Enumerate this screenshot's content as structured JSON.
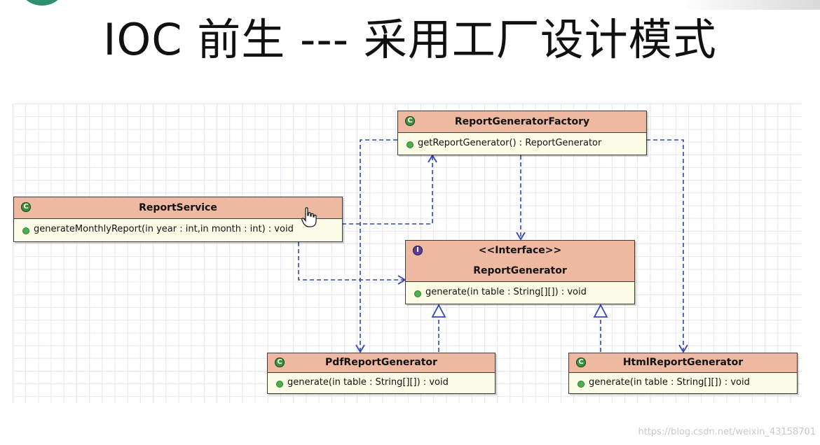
{
  "slide": {
    "title": "IOC 前生 --- 采用工厂设计模式",
    "watermark": "https://blog.csdn.net/weixin_43158701"
  },
  "diagram": {
    "classes": {
      "factory": {
        "name": "ReportGeneratorFactory",
        "badge": "C",
        "methods": [
          "getReportGenerator() : ReportGenerator"
        ]
      },
      "service": {
        "name": "ReportService",
        "badge": "C",
        "methods": [
          "generateMonthlyReport(in year : int,in month : int) : void"
        ]
      },
      "generator": {
        "stereotype": "<<Interface>>",
        "name": "ReportGenerator",
        "badge": "I",
        "methods": [
          "generate(in table : String[][]) : void"
        ]
      },
      "pdf": {
        "name": "PdfReportGenerator",
        "badge": "C",
        "methods": [
          "generate(in table : String[][]) : void"
        ]
      },
      "html": {
        "name": "HtmlReportGenerator",
        "badge": "C",
        "methods": [
          "generate(in table : String[][]) : void"
        ]
      }
    },
    "relations": [
      {
        "from": "service",
        "to": "factory",
        "type": "dependency"
      },
      {
        "from": "service",
        "to": "generator",
        "type": "dependency"
      },
      {
        "from": "factory",
        "to": "generator",
        "type": "dependency"
      },
      {
        "from": "factory",
        "to": "pdf",
        "type": "dependency"
      },
      {
        "from": "factory",
        "to": "html",
        "type": "dependency"
      },
      {
        "from": "pdf",
        "to": "generator",
        "type": "realization"
      },
      {
        "from": "html",
        "to": "generator",
        "type": "realization"
      }
    ],
    "colors": {
      "header": "#efb8a1",
      "body": "#fbfbe6",
      "connector": "#3344b3",
      "class_badge": "#3f8f3f",
      "interface_badge": "#5a3d96"
    }
  }
}
